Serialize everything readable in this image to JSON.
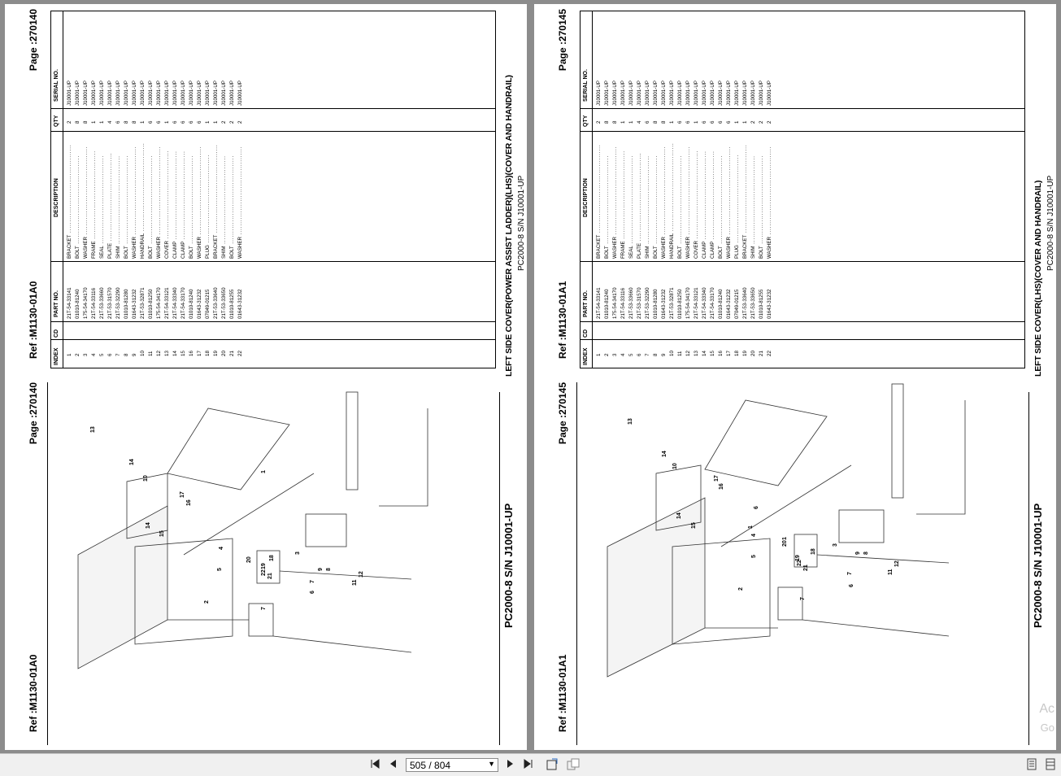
{
  "toolbar": {
    "page_indicator": "505 / 804",
    "first_icon": "first-page-icon",
    "prev_icon": "previous-page-icon",
    "next_icon": "next-page-icon",
    "last_icon": "last-page-icon"
  },
  "watermark": {
    "line1": "Ac",
    "line2": "Go"
  },
  "left_page": {
    "model_title": "PC2000-8 S/N J10001-UP",
    "ref": "Ref :M1130-01A0",
    "page": "Page :270140",
    "table_model": "PC2000-8 S/N J10001-UP",
    "table_title": "LEFT SIDE COVER(POWER ASSIST LADDER)(LHS)(COVER AND HANDRAIL)",
    "labels": [
      "10",
      "14",
      "13",
      "16",
      "17",
      "15",
      "14",
      "4",
      "18",
      "20",
      "19",
      "22",
      "21",
      "11",
      "12",
      "2",
      "5",
      "1",
      "6",
      "3",
      "9",
      "8",
      "7",
      "7"
    ],
    "rows": [
      [
        "1",
        "",
        "21T-54-33141",
        "BRACKET",
        "2",
        "J10001-UP"
      ],
      [
        "2",
        "",
        "01010-81240",
        "BOLT",
        "8",
        "J10001-UP"
      ],
      [
        "3",
        "",
        "175-54-34170",
        "WASHER",
        "8",
        "J10001-UP"
      ],
      [
        "4",
        "",
        "21T-54-33116",
        "FRAME",
        "1",
        "J10001-UP"
      ],
      [
        "5",
        "",
        "21T-53-33660",
        "SEAL",
        "1",
        "J10001-UP"
      ],
      [
        "6",
        "",
        "21T-53-31570",
        "PLATE",
        "4",
        "J10001-UP"
      ],
      [
        "7",
        "",
        "21T-53-32290",
        "SHIM",
        "6",
        "J10001-UP"
      ],
      [
        "8",
        "",
        "01010-81280",
        "BOLT",
        "8",
        "J10001-UP"
      ],
      [
        "9",
        "",
        "01643-31232",
        "WASHER",
        "8",
        "J10001-UP"
      ],
      [
        "10",
        "",
        "21T-53-32871",
        "HANDRAIL",
        "1",
        "J10001-UP"
      ],
      [
        "11",
        "",
        "01010-81250",
        "BOLT",
        "6",
        "J10001-UP"
      ],
      [
        "12",
        "",
        "175-54-34170",
        "WASHER",
        "6",
        "J10001-UP"
      ],
      [
        "13",
        "",
        "21T-54-33121",
        "COVER",
        "1",
        "J10001-UP"
      ],
      [
        "14",
        "",
        "21T-54-33340",
        "CLAMP",
        "6",
        "J10001-UP"
      ],
      [
        "15",
        "",
        "21T-54-33170",
        "CLAMP",
        "6",
        "J10001-UP"
      ],
      [
        "16",
        "",
        "01010-81240",
        "BOLT",
        "6",
        "J10001-UP"
      ],
      [
        "17",
        "",
        "01643-31232",
        "WASHER",
        "6",
        "J10001-UP"
      ],
      [
        "18",
        "",
        "07049-01215",
        "PLUG",
        "1",
        "J10001-UP"
      ],
      [
        "19",
        "",
        "21T-53-33640",
        "BRACKET",
        "1",
        "J10001-UP"
      ],
      [
        "20",
        "",
        "21T-53-33650",
        "SHIM",
        "2",
        "J10001-UP"
      ],
      [
        "21",
        "",
        "01010-81255",
        "BOLT",
        "2",
        "J10001-UP"
      ],
      [
        "22",
        "",
        "01643-31232",
        "WASHER",
        "2",
        "J10001-UP"
      ]
    ]
  },
  "right_page": {
    "model_title": "PC2000-8 S/N J10001-UP",
    "ref": "Ref :M1130-01A1",
    "page": "Page :270145",
    "table_model": "PC2000-8 S/N J10001-UP",
    "table_title": "LEFT SIDE COVER(LHS)(COVER AND HANDRAIL)",
    "labels": [
      "10",
      "14",
      "13",
      "16",
      "17",
      "15",
      "14",
      "4",
      "18",
      "20",
      "19",
      "22",
      "21",
      "11",
      "12",
      "2",
      "5",
      "1",
      "6",
      "3",
      "9",
      "8",
      "7",
      "7",
      "1",
      "6"
    ],
    "rows": [
      [
        "1",
        "",
        "21T-54-33141",
        "BRACKET",
        "2",
        "J10001-UP"
      ],
      [
        "2",
        "",
        "01010-81240",
        "BOLT",
        "8",
        "J10001-UP"
      ],
      [
        "3",
        "",
        "175-54-34170",
        "WASHER",
        "8",
        "J10001-UP"
      ],
      [
        "4",
        "",
        "21T-54-33116",
        "FRAME",
        "1",
        "J10001-UP"
      ],
      [
        "5",
        "",
        "21T-53-33660",
        "SEAL",
        "1",
        "J10001-UP"
      ],
      [
        "6",
        "",
        "21T-53-31570",
        "PLATE",
        "4",
        "J10001-UP"
      ],
      [
        "7",
        "",
        "21T-53-32290",
        "SHIM",
        "6",
        "J10001-UP"
      ],
      [
        "8",
        "",
        "01010-81280",
        "BOLT",
        "8",
        "J10001-UP"
      ],
      [
        "9",
        "",
        "01643-31232",
        "WASHER",
        "8",
        "J10001-UP"
      ],
      [
        "10",
        "",
        "21T-53-32871",
        "HANDRAIL",
        "1",
        "J10001-UP"
      ],
      [
        "11",
        "",
        "01010-81250",
        "BOLT",
        "6",
        "J10001-UP"
      ],
      [
        "12",
        "",
        "175-54-34170",
        "WASHER",
        "6",
        "J10001-UP"
      ],
      [
        "13",
        "",
        "21T-54-33121",
        "COVER",
        "1",
        "J10001-UP"
      ],
      [
        "14",
        "",
        "21T-54-33340",
        "CLAMP",
        "6",
        "J10001-UP"
      ],
      [
        "15",
        "",
        "21T-54-33170",
        "CLAMP",
        "6",
        "J10001-UP"
      ],
      [
        "16",
        "",
        "01010-81240",
        "BOLT",
        "6",
        "J10001-UP"
      ],
      [
        "17",
        "",
        "01643-31232",
        "WASHER",
        "6",
        "J10001-UP"
      ],
      [
        "18",
        "",
        "07049-01215",
        "PLUG",
        "1",
        "J10001-UP"
      ],
      [
        "19",
        "",
        "21T-53-33640",
        "BRACKET",
        "1",
        "J10001-UP"
      ],
      [
        "20",
        "",
        "21T-53-33650",
        "SHIM",
        "2",
        "J10001-UP"
      ],
      [
        "21",
        "",
        "01010-81255",
        "BOLT",
        "2",
        "J10001-UP"
      ],
      [
        "22",
        "",
        "01643-31232",
        "WASHER",
        "2",
        "J10001-UP"
      ]
    ]
  },
  "table_headers": {
    "index": "INDEX",
    "cd": "CD",
    "part_no": "PART NO.",
    "description": "DESCRIPTION",
    "qty": "QTY",
    "serial_no": "SERIAL NO."
  }
}
